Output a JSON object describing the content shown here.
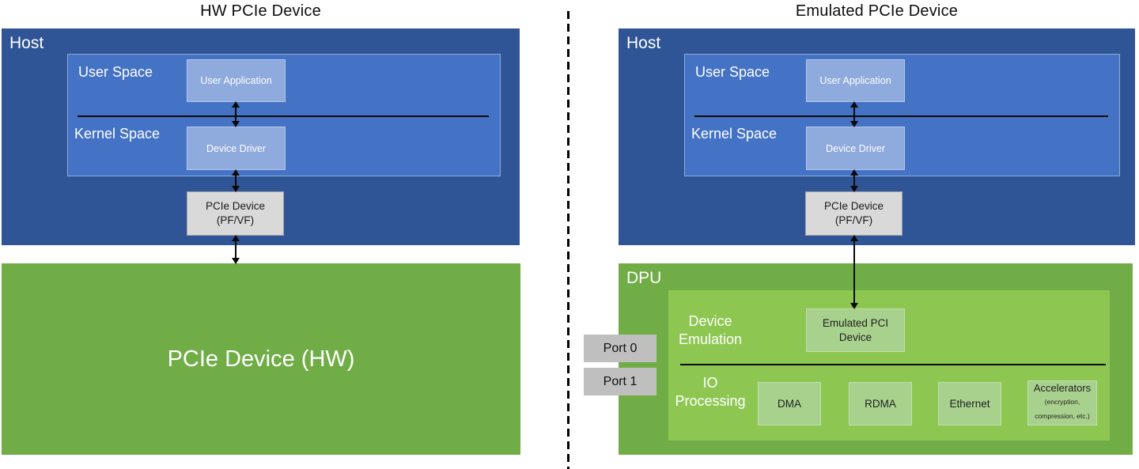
{
  "left": {
    "title": "HW PCIe Device",
    "host": {
      "label": "Host",
      "user_space": "User Space",
      "user_application": "User Application",
      "kernel_space": "Kernel Space",
      "device_driver": "Device Driver",
      "pcie_device_line1": "PCIe Device",
      "pcie_device_line2": "(PF/VF)"
    },
    "hw_device_label": "PCIe Device (HW)"
  },
  "right": {
    "title": "Emulated PCIe Device",
    "host": {
      "label": "Host",
      "user_space": "User Space",
      "user_application": "User Application",
      "kernel_space": "Kernel Space",
      "device_driver": "Device Driver",
      "pcie_device_line1": "PCIe Device",
      "pcie_device_line2": "(PF/VF)"
    },
    "dpu": {
      "label": "DPU",
      "device_emulation": "Device Emulation",
      "emulated_pci_device": "Emulated PCI Device",
      "io_processing": "IO Processing",
      "io_engines": [
        "DMA",
        "RDMA",
        "Ethernet"
      ],
      "accelerators_title": "Accelerators",
      "accelerators_sub1": "(encryption,",
      "accelerators_sub2": "compression, etc.)",
      "ports": [
        "Port 0",
        "Port 1"
      ]
    }
  },
  "colors": {
    "host_blue": "#2f5597",
    "panel_blue": "#4472c4",
    "light_blue_box": "#8faadc",
    "green": "#70ad47",
    "inner_green": "#8dc752",
    "light_green_box": "#a9d18e",
    "gray_box": "#d9d9d9",
    "port_gray": "#bfbfbf"
  }
}
